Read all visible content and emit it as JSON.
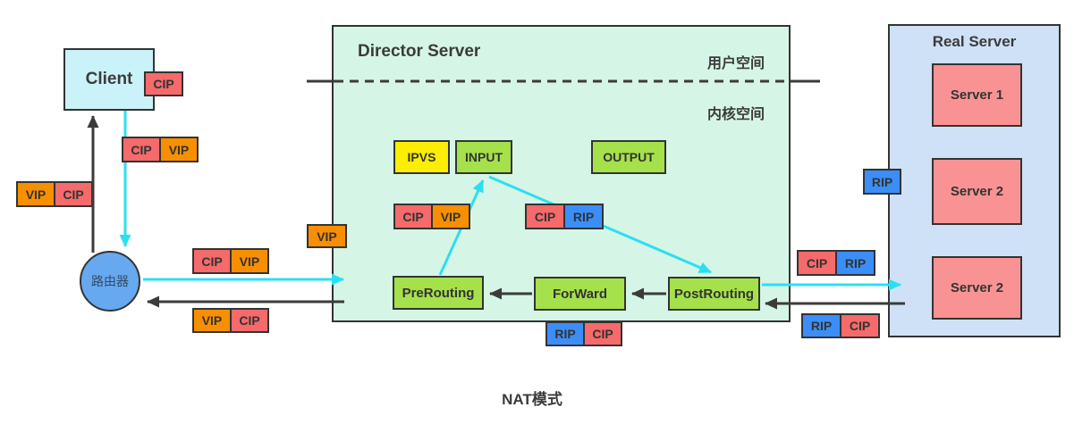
{
  "title": "NAT模式",
  "nodes": {
    "client": "Client",
    "director": "Director Server",
    "real_server": "Real Server",
    "router": "路由器",
    "servers": [
      "Server 1",
      "Server 2",
      "Server 2"
    ],
    "chains": [
      "IPVS",
      "INPUT",
      "OUTPUT",
      "PreRouting",
      "ForWard",
      "PostRouting"
    ]
  },
  "spaces": {
    "user": "用户空间",
    "kernel": "内核空间"
  },
  "ip_types": {
    "CIP": "#f56a6a",
    "VIP": "#f78f00",
    "RIP": "#3b8ef8"
  },
  "packets": [
    {
      "name": "client-cip-chip",
      "parts": [
        "CIP"
      ]
    },
    {
      "name": "client-request-packet",
      "parts": [
        "CIP",
        "VIP"
      ]
    },
    {
      "name": "client-response-packet",
      "parts": [
        "VIP",
        "CIP"
      ]
    },
    {
      "name": "router-request-packet",
      "parts": [
        "CIP",
        "VIP"
      ]
    },
    {
      "name": "router-response-packet",
      "parts": [
        "VIP",
        "CIP"
      ]
    },
    {
      "name": "director-vip-chip",
      "parts": [
        "VIP"
      ]
    },
    {
      "name": "prerouting-to-input-packet",
      "parts": [
        "CIP",
        "VIP"
      ]
    },
    {
      "name": "input-to-postrouting-packet",
      "parts": [
        "CIP",
        "RIP"
      ]
    },
    {
      "name": "forward-return-packet",
      "parts": [
        "RIP",
        "CIP"
      ]
    },
    {
      "name": "director-to-realserver-packet",
      "parts": [
        "CIP",
        "RIP"
      ]
    },
    {
      "name": "realserver-return-packet",
      "parts": [
        "RIP",
        "CIP"
      ]
    },
    {
      "name": "realserver-rip-chip",
      "parts": [
        "RIP"
      ]
    }
  ],
  "colors": {
    "canvas_bg": "#ffffff",
    "border": "#333333",
    "text": "#3b3b3b",
    "client_fill": "#c9f3f9",
    "director_fill": "#d5f6e6",
    "realserver_fill": "#cfe1f7",
    "server_fill": "#f99393",
    "router_fill": "#66a9f0",
    "router_text": "#334a66",
    "chain_fill": "#a5e14b",
    "ipvs_fill": "#fcee00",
    "cyan_arrow": "#2bdff2",
    "black_arrow": "#3b3b3b"
  }
}
